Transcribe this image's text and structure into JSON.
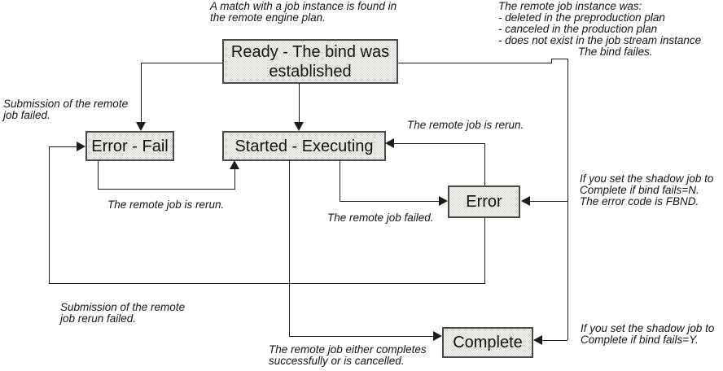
{
  "nodes": {
    "ready": {
      "label": "Ready - The bind was\nestablished"
    },
    "error_fail": {
      "label": "Error - Fail"
    },
    "started": {
      "label": "Started - Executing"
    },
    "error": {
      "label": "Error"
    },
    "complete": {
      "label": "Complete"
    }
  },
  "annotations": {
    "match_found": "A match with a job instance is found in\nthe remote engine plan.",
    "instance_was": "The remote job instance was:\n- deleted in the preproduction plan\n- canceled in the production plan\n- does not exist in the job stream instance",
    "bind_fails": "The bind failes.",
    "submission_failed": "Submission of the remote\njob failed.",
    "rerun_left": "The remote job is rerun.",
    "rerun_right": "The remote job is rerun.",
    "job_failed": "The remote job failed.",
    "shadow_n": "If you set the shadow job to\nComplete if bind fails=N.\nThe error code is FBND.",
    "rerun_submission_failed": "Submission of the remote\njob rerun failed.",
    "completes": "The remote job either completes\nsuccessfully or is cancelled.",
    "shadow_y": "If you set the shadow job to\nComplete if bind fails=Y."
  },
  "colors": {
    "background": "#ffffff",
    "box_fill_dither": "#d4d2c8",
    "box_border": "#4a4a4a",
    "line": "#1c1c1c",
    "text": "#111111"
  }
}
